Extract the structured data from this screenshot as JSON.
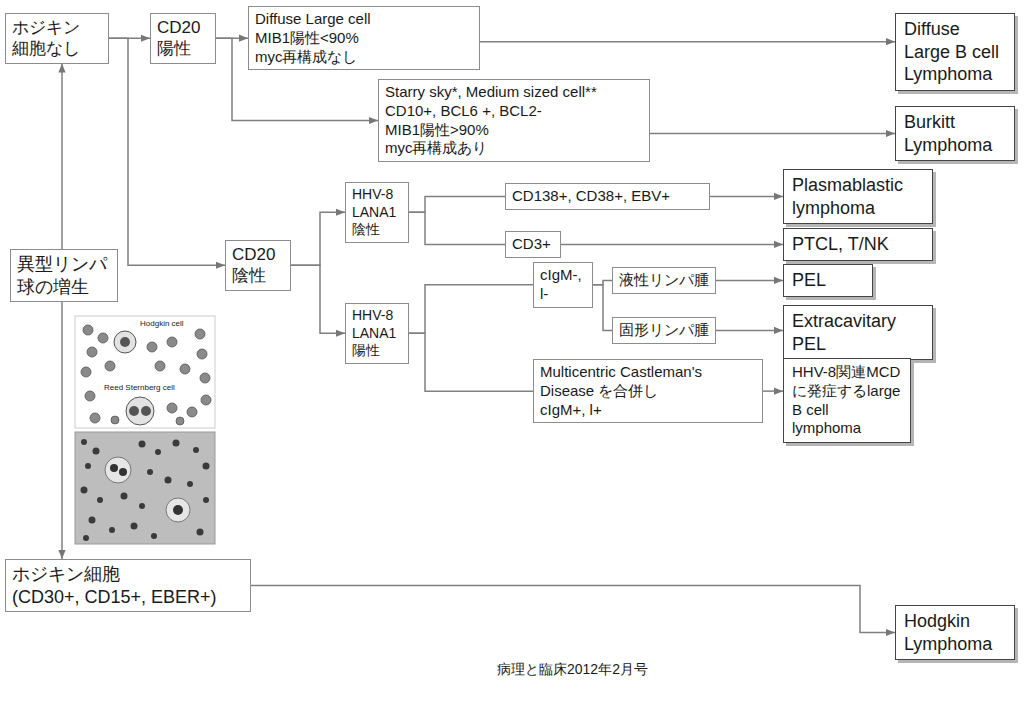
{
  "diagram": {
    "caption": "病理と臨床2012年2月号",
    "nodes": [
      {
        "text": [
          "ホジキン 細胞なし"
        ]
      },
      {
        "text": [
          "CD20 陽性"
        ]
      },
      {
        "text": [
          "Diffuse Large cell",
          "MIB1陽性<90%",
          "myc再構成なし"
        ]
      },
      {
        "text": [
          "Diffuse Large B cell Lymphoma"
        ]
      },
      {
        "text": [
          "Starry sky*, Medium sized cell**",
          "CD10+, BCL6 +, BCL2-",
          "MIB1陽性>90%",
          "myc再構成あり"
        ]
      },
      {
        "text": [
          "Burkitt Lymphoma"
        ]
      },
      {
        "text": [
          "HHV-8 LANA1 陰性"
        ]
      },
      {
        "text": [
          "CD138+, CD38+, EBV+"
        ]
      },
      {
        "text": [
          "Plasmablastic lymphoma"
        ]
      },
      {
        "text": [
          "CD3+"
        ]
      },
      {
        "text": [
          "PTCL, T/NK"
        ]
      },
      {
        "text": [
          "異型リンパ 球の増生"
        ]
      },
      {
        "text": [
          "CD20 陰性"
        ]
      },
      {
        "text": [
          "cIgM-, l-"
        ]
      },
      {
        "text": [
          "液性リンパ腫"
        ]
      },
      {
        "text": [
          "PEL"
        ]
      },
      {
        "text": [
          "固形リンパ腫"
        ]
      },
      {
        "text": [
          "Extracavitary PEL"
        ]
      },
      {
        "text": [
          "HHV-8 LANA1 陽性"
        ]
      },
      {
        "text": [
          "Multicentric Castleman's Disease を合併し",
          "cIgM+, l+"
        ]
      },
      {
        "text": [
          "HHV-8関連MCD に発症するlarge B cell lymphoma"
        ]
      },
      {
        "text": [
          "ホジキン細胞",
          "(CD30+, CD15+, EBER+)"
        ]
      },
      {
        "text": [
          "Hodgkin Lymphoma"
        ]
      }
    ],
    "edges": [
      {
        "from": 11,
        "to": 0,
        "arrow": "to"
      },
      {
        "from": 11,
        "to": 21,
        "arrow": "to"
      },
      {
        "from": 0,
        "to": 1,
        "arrow": "to"
      },
      {
        "from": 0,
        "to": 12,
        "arrow": "to"
      },
      {
        "from": 1,
        "to": 2,
        "arrow": "to"
      },
      {
        "from": 1,
        "to": 4,
        "arrow": "to"
      },
      {
        "from": 2,
        "to": 3,
        "arrow": "to"
      },
      {
        "from": 4,
        "to": 5,
        "arrow": "to"
      },
      {
        "from": 12,
        "to": 6,
        "arrow": "to"
      },
      {
        "from": 12,
        "to": 18,
        "arrow": "to"
      },
      {
        "from": 6,
        "to": 7,
        "arrow": "none"
      },
      {
        "from": 6,
        "to": 9,
        "arrow": "none"
      },
      {
        "from": 7,
        "to": 8,
        "arrow": "to"
      },
      {
        "from": 9,
        "to": 10,
        "arrow": "to"
      },
      {
        "from": 18,
        "to": 13,
        "arrow": "none"
      },
      {
        "from": 18,
        "to": 19,
        "arrow": "none"
      },
      {
        "from": 13,
        "to": 14,
        "arrow": "none"
      },
      {
        "from": 13,
        "to": 16,
        "arrow": "none"
      },
      {
        "from": 14,
        "to": 15,
        "arrow": "to"
      },
      {
        "from": 16,
        "to": 17,
        "arrow": "to"
      },
      {
        "from": 19,
        "to": 20,
        "arrow": "to"
      },
      {
        "from": 21,
        "to": 22,
        "arrow": "to"
      }
    ],
    "labels": [
      "Hodgkin cell",
      "Reed Sternberg cell"
    ]
  }
}
